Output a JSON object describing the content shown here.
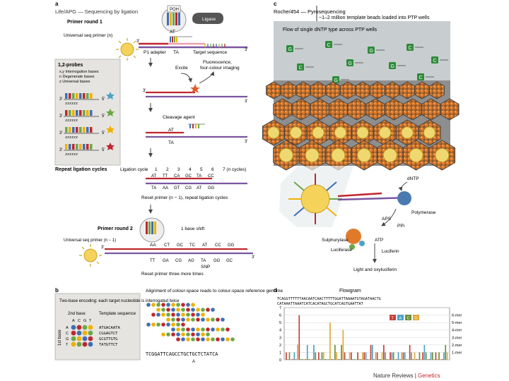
{
  "panel_a": {
    "label": "a",
    "title": "Life/APG — Sequencing by ligation",
    "primer_round_1": "Primer round 1",
    "poh": "POH",
    "ligase": "Ligase",
    "universal_primer": "Universal seq primer (n)",
    "at": "AT",
    "ta": "TA",
    "three_prime": "3'",
    "five_prime": "5'",
    "p1_adapter": "P1 adapter",
    "target_sequence": "Target sequence",
    "excite": "Excite",
    "fluorescence": "Fluorescence,",
    "four_colour": "four-colour imaging",
    "probes_title": "1,2-probes",
    "probes_legend": [
      "x,y  Interrogation bases",
      "n  Degenerate bases",
      "z  Universal bases"
    ],
    "probe_seq": "zzzzzz",
    "cleavage_agent": "Cleavage agent",
    "repeat_ligation_cycles": "Repeat ligation cycles",
    "ligation_cycle": "Ligation cycle",
    "cycle_numbers": [
      "1",
      "2",
      "3",
      "4",
      "5",
      "6",
      "7 (n cycles)"
    ],
    "cycle_pairs_top": [
      "AT",
      "TT",
      "CA",
      "GC",
      "TA",
      "CC"
    ],
    "cycle_pairs_bottom": [
      "TA",
      "AA",
      "GT",
      "CG",
      "AT",
      "GG"
    ],
    "reset_primer": "Reset primer (n − 1), repeat ligation cycles",
    "primer_round_2": "Primer round 2",
    "one_base_shift": "1 base shift",
    "universal_primer_2": "Universal seq primer (n − 1)",
    "aa": "AA",
    "round2_pairs": [
      "CT",
      "GC",
      "TC",
      "AT",
      "CC",
      "GG"
    ],
    "round2_bottom": [
      "TT",
      "GA",
      "CG",
      "AG",
      "TA",
      "GG",
      "GC"
    ],
    "snp": "SNP",
    "reset_three": "Reset primer three more times"
  },
  "panel_b": {
    "label": "b",
    "encoding_text": "Two-base encoding: each target nucleotide is interrogated twice",
    "second_base": "2nd base",
    "first_base": "1st base",
    "bases": [
      "A",
      "C",
      "G",
      "T"
    ],
    "template_sequence": "Template sequence",
    "sequences": [
      "ATGACAATA",
      "CGGAGTCT",
      "GCGTTGTG",
      "TATGTTCT"
    ],
    "alignment_text": "Alignment of colour-space reads to colour-space reference genome",
    "reference": "TCGGATTCAGCCTGCTGCTCTATCA",
    "ref_arrow": "A"
  },
  "panel_c": {
    "label": "c",
    "title": "Roche/454 — Pyrosequencing",
    "beads": "~1–2 million template beads loaded into PTP wells",
    "flow": "Flow of single dNTP type across PTP wells",
    "g_label": "G",
    "c_label": "C",
    "dntp": "dNTP",
    "polymerase": "Polymerase",
    "aps": "APS",
    "ppi": "PPi",
    "sulphurylase": "Sulphurylase",
    "atp": "ATP",
    "luciferase": "Luciferase",
    "luciferin": "Luciferin",
    "light": "Light and oxyluciferin"
  },
  "panel_d": {
    "label": "d",
    "title": "Flowgram",
    "seq1": "TCAGGTTTTTTAACAATCAACTTTTTGGATTAAAATGTAGATAACTG",
    "seq2": "CATAAATTAAATCATCACATAGCTGCATCAGTGAATTAT"
  },
  "chart_data": {
    "type": "bar",
    "title": "Flowgram",
    "xlabel": "",
    "ylabel": "",
    "ylim": [
      0,
      7
    ],
    "y_ticks": [
      "0",
      "1",
      "2",
      "3",
      "4",
      "5",
      "6",
      "7"
    ],
    "mer_labels": [
      "6-mer",
      "5-mer",
      "4-mer",
      "3-mer",
      "2-mer",
      "1-mer"
    ],
    "legend": [
      "T",
      "A",
      "C",
      "G"
    ],
    "colors": {
      "T": "#c8423a",
      "A": "#4da3c7",
      "C": "#6b8f3a",
      "G": "#e0a93a"
    },
    "flow_order": [
      "T",
      "A",
      "C",
      "G"
    ],
    "values": [
      1,
      0,
      1,
      0,
      0,
      1,
      0,
      2.05,
      6,
      0,
      0,
      0,
      0,
      2,
      0,
      0,
      0,
      2,
      1,
      0,
      1,
      0,
      1,
      1,
      0,
      0,
      0,
      5,
      0,
      0,
      2,
      1,
      0,
      0,
      2,
      4,
      1,
      0,
      0,
      1,
      1,
      0,
      0,
      0,
      1,
      0,
      0,
      1,
      1,
      1,
      0,
      0,
      2,
      2,
      0,
      1,
      1,
      0,
      0,
      1,
      2,
      1,
      0,
      0,
      1,
      1,
      1,
      0,
      0,
      1,
      0,
      1,
      1,
      1,
      0,
      0,
      2,
      1,
      0,
      1,
      0,
      0,
      1,
      0,
      1,
      2,
      1,
      0,
      0,
      1,
      1,
      0,
      1,
      0,
      1,
      0,
      0,
      1,
      2,
      1
    ]
  },
  "footer": {
    "journal": "Nature Reviews",
    "separator": "|",
    "section": "Genetics"
  }
}
